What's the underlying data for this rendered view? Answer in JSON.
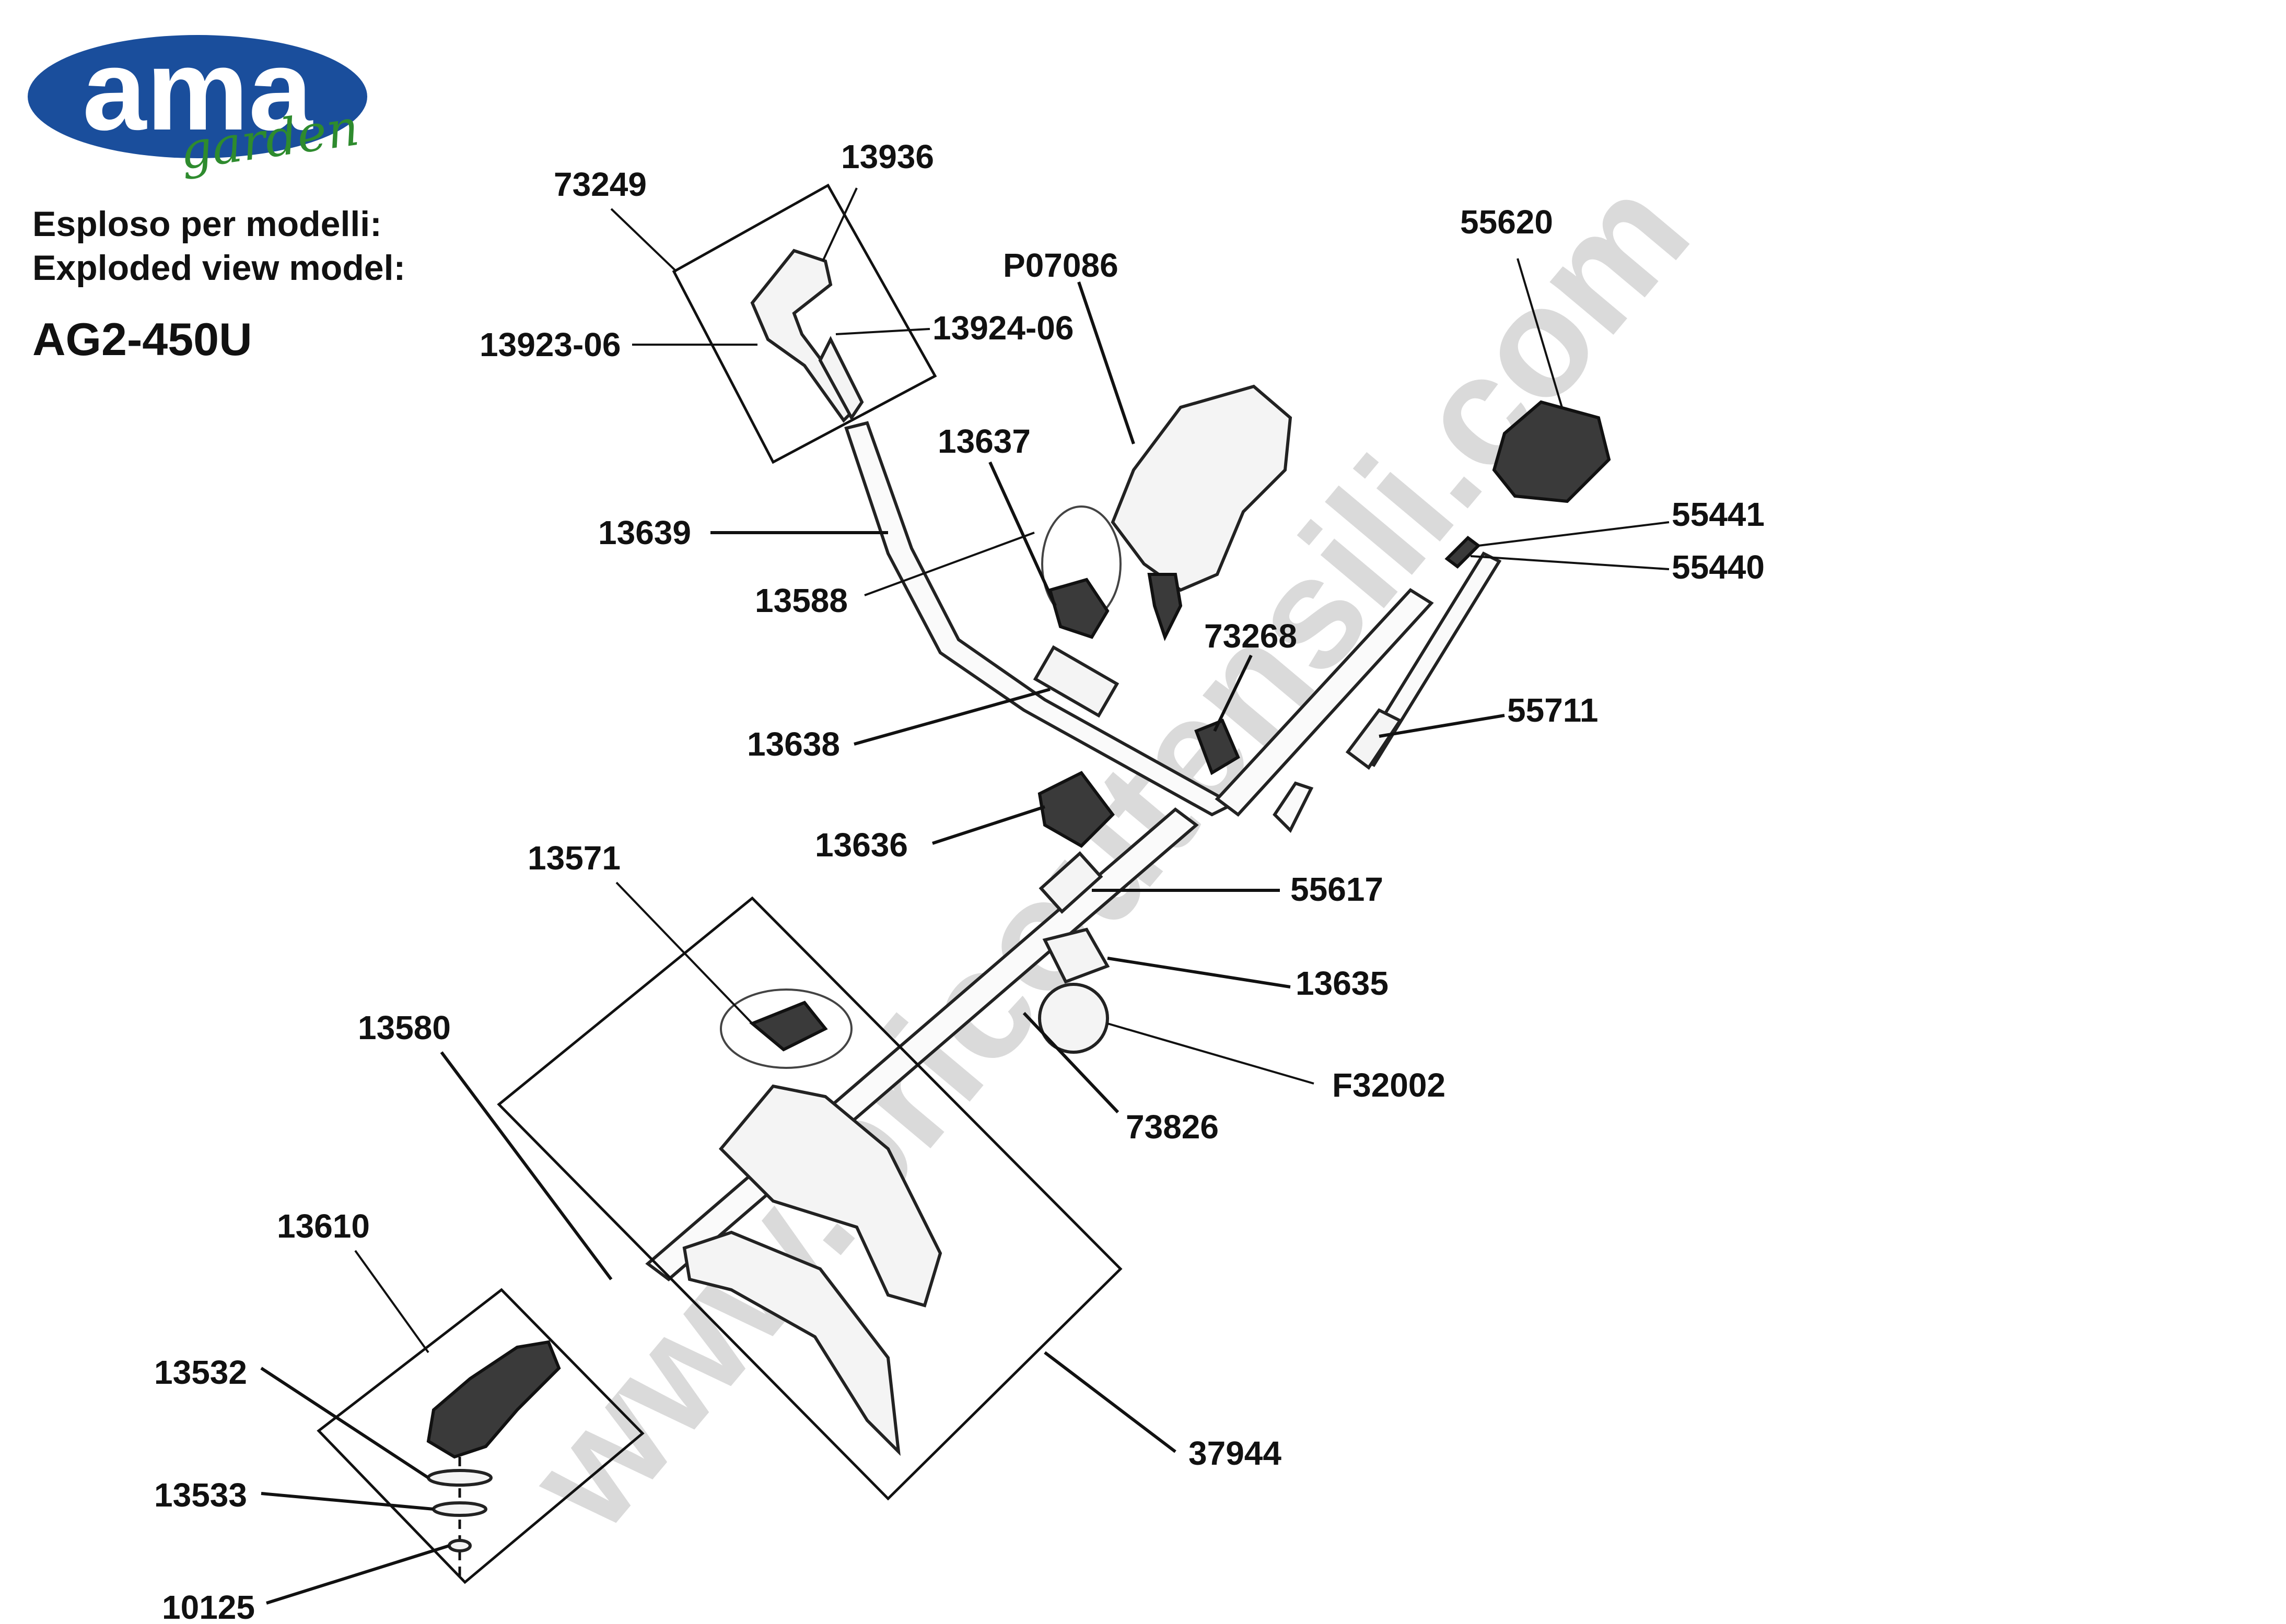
{
  "logo": {
    "brand": "ama",
    "sub": "garden",
    "color_brand": "#1a4e9c",
    "color_sub": "#2e8b2e"
  },
  "header": {
    "line1": "Esploso per modelli:",
    "line2": "Exploded view model:",
    "model": "AG2-450U"
  },
  "watermark": "www.bricoutensili.com",
  "parts": [
    {
      "id": "p73249",
      "code": "73249"
    },
    {
      "id": "p13936",
      "code": "13936"
    },
    {
      "id": "p13923",
      "code": "13923-06"
    },
    {
      "id": "p13924",
      "code": "13924-06"
    },
    {
      "id": "pP07086",
      "code": "P07086"
    },
    {
      "id": "p55620",
      "code": "55620"
    },
    {
      "id": "p13637",
      "code": "13637"
    },
    {
      "id": "p13639",
      "code": "13639"
    },
    {
      "id": "p13588",
      "code": "13588"
    },
    {
      "id": "p55441",
      "code": "55441"
    },
    {
      "id": "p55440",
      "code": "55440"
    },
    {
      "id": "p73268",
      "code": "73268"
    },
    {
      "id": "p55711",
      "code": "55711"
    },
    {
      "id": "p13638",
      "code": "13638"
    },
    {
      "id": "p13636",
      "code": "13636"
    },
    {
      "id": "p55617",
      "code": "55617"
    },
    {
      "id": "p13571",
      "code": "13571"
    },
    {
      "id": "p13635",
      "code": "13635"
    },
    {
      "id": "p13580",
      "code": "13580"
    },
    {
      "id": "pF32002",
      "code": "F32002"
    },
    {
      "id": "p73826",
      "code": "73826"
    },
    {
      "id": "p13610",
      "code": "13610"
    },
    {
      "id": "p13532",
      "code": "13532"
    },
    {
      "id": "p13533",
      "code": "13533"
    },
    {
      "id": "p10125",
      "code": "10125"
    },
    {
      "id": "p37944",
      "code": "37944"
    }
  ]
}
